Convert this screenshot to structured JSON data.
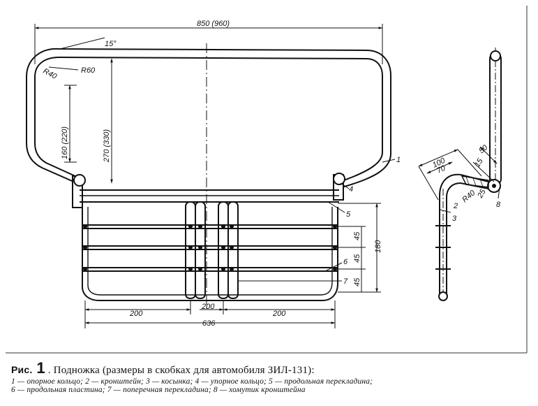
{
  "dimensions": {
    "overall_width": "850 (960)",
    "angle": "15°",
    "r_corner": "R60",
    "r_inner": "R40",
    "inner_height": "160 (220)",
    "outer_height": "270 (330)",
    "step_width": "636",
    "left_span": "200",
    "center_span": "200",
    "right_span": "200",
    "step_height": "180",
    "spacing_1": "45",
    "spacing_2": "45",
    "spacing_3": "45",
    "side_100": "100",
    "side_70": "70",
    "side_50": "50",
    "side_15": "15",
    "side_r40": "R40",
    "side_25": "25"
  },
  "callouts": {
    "n1": "1",
    "n2": "2",
    "n3": "3",
    "n4": "4",
    "n5": "5",
    "n6": "6",
    "n7": "7",
    "n8": "8"
  },
  "caption": {
    "prefix": "Рис.",
    "number": "1",
    "text": ". Подножка (размеры в скобках для автомобиля ЗИЛ-131):",
    "legend_line1": "1 — опорное кольцо; 2 — кронштейн; 3 — косынка; 4 — упорное кольцо; 5 — продольная перекладина;",
    "legend_line2": "6 — продольная пластина; 7 — поперечная перекладина; 8 — хомутик кронштейна"
  }
}
